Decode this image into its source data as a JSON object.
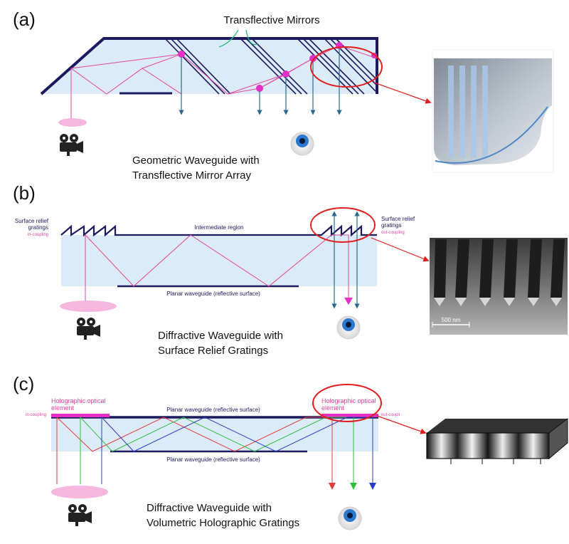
{
  "panel_a": {
    "letter": "(a)",
    "mirrors_label": "Transflective Mirrors",
    "caption_line1": "Geometric Waveguide with",
    "caption_line2": "Transflective Mirror Array"
  },
  "panel_b": {
    "letter": "(b)",
    "srg_left_1": "Surface relief",
    "srg_left_2": "gratings",
    "in_coupling": "in-coupling",
    "intermediate": "Intermediate region",
    "srg_right_1": "Surface relief",
    "srg_right_2": "gratings",
    "out_coupling": "out-coupling",
    "planar": "Planar waveguide (reflective surface)",
    "scale": "500 nm",
    "caption_line1": "Diffractive Waveguide with",
    "caption_line2": "Surface Relief Gratings"
  },
  "panel_c": {
    "letter": "(c)",
    "hoe_left_1": "Holographic optical",
    "hoe_left_2": "element",
    "in_coupling": "in-coupling",
    "planar_top": "Planar waveguide (reflective surface)",
    "hoe_right_1": "Holographic optical",
    "hoe_right_2": "element",
    "out_coupling": "out-coupli",
    "planar_bottom": "Planar waveguide (reflective surface)",
    "caption_line1": "Diffractive Waveguide with",
    "caption_line2": "Volumetric Holographic Gratings"
  },
  "colors": {
    "navy": "#1b1a5e",
    "guide": "#dcebf8",
    "pink": "#e0459f",
    "magenta": "#e62ec8",
    "arrow": "#2a6a8c",
    "highlight": "#e11d1d",
    "red_ray": "#e23b3b",
    "green_ray": "#2fbf3f",
    "blue_ray": "#2a3cc8"
  },
  "icons": [
    "movie-camera-icon",
    "eye-icon"
  ]
}
